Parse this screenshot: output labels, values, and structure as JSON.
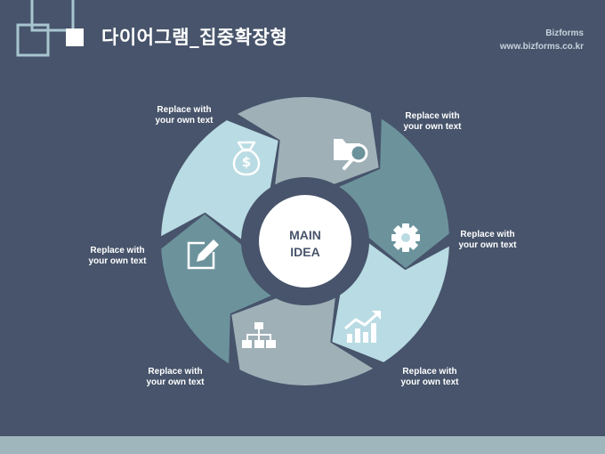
{
  "header": {
    "title": "다이어그램_집중확장형",
    "brand_name": "Bizforms",
    "brand_url": "www.bizforms.co.kr"
  },
  "center": {
    "line1": "MAIN",
    "line2": "IDEA"
  },
  "segments": [
    {
      "label_line1": "Replace with",
      "label_line2": "your own text",
      "icon": "money-bag-icon"
    },
    {
      "label_line1": "Replace with",
      "label_line2": "your own text",
      "icon": "folder-search-icon"
    },
    {
      "label_line1": "Replace with",
      "label_line2": "your own text",
      "icon": "gear-icon"
    },
    {
      "label_line1": "Replace with",
      "label_line2": "your own text",
      "icon": "growth-chart-icon"
    },
    {
      "label_line1": "Replace with",
      "label_line2": "your own text",
      "icon": "org-chart-icon"
    },
    {
      "label_line1": "Replace with",
      "label_line2": "your own text",
      "icon": "edit-note-icon"
    }
  ],
  "colors": {
    "background": "#47546b",
    "segment_1": "#9fb0b7",
    "segment_2": "#6c939c",
    "segment_3": "#b9dbe3",
    "segment_4": "#9fb0b7",
    "segment_5": "#6c939c",
    "segment_6": "#b9dbe3",
    "footer": "#9fb7bc"
  }
}
